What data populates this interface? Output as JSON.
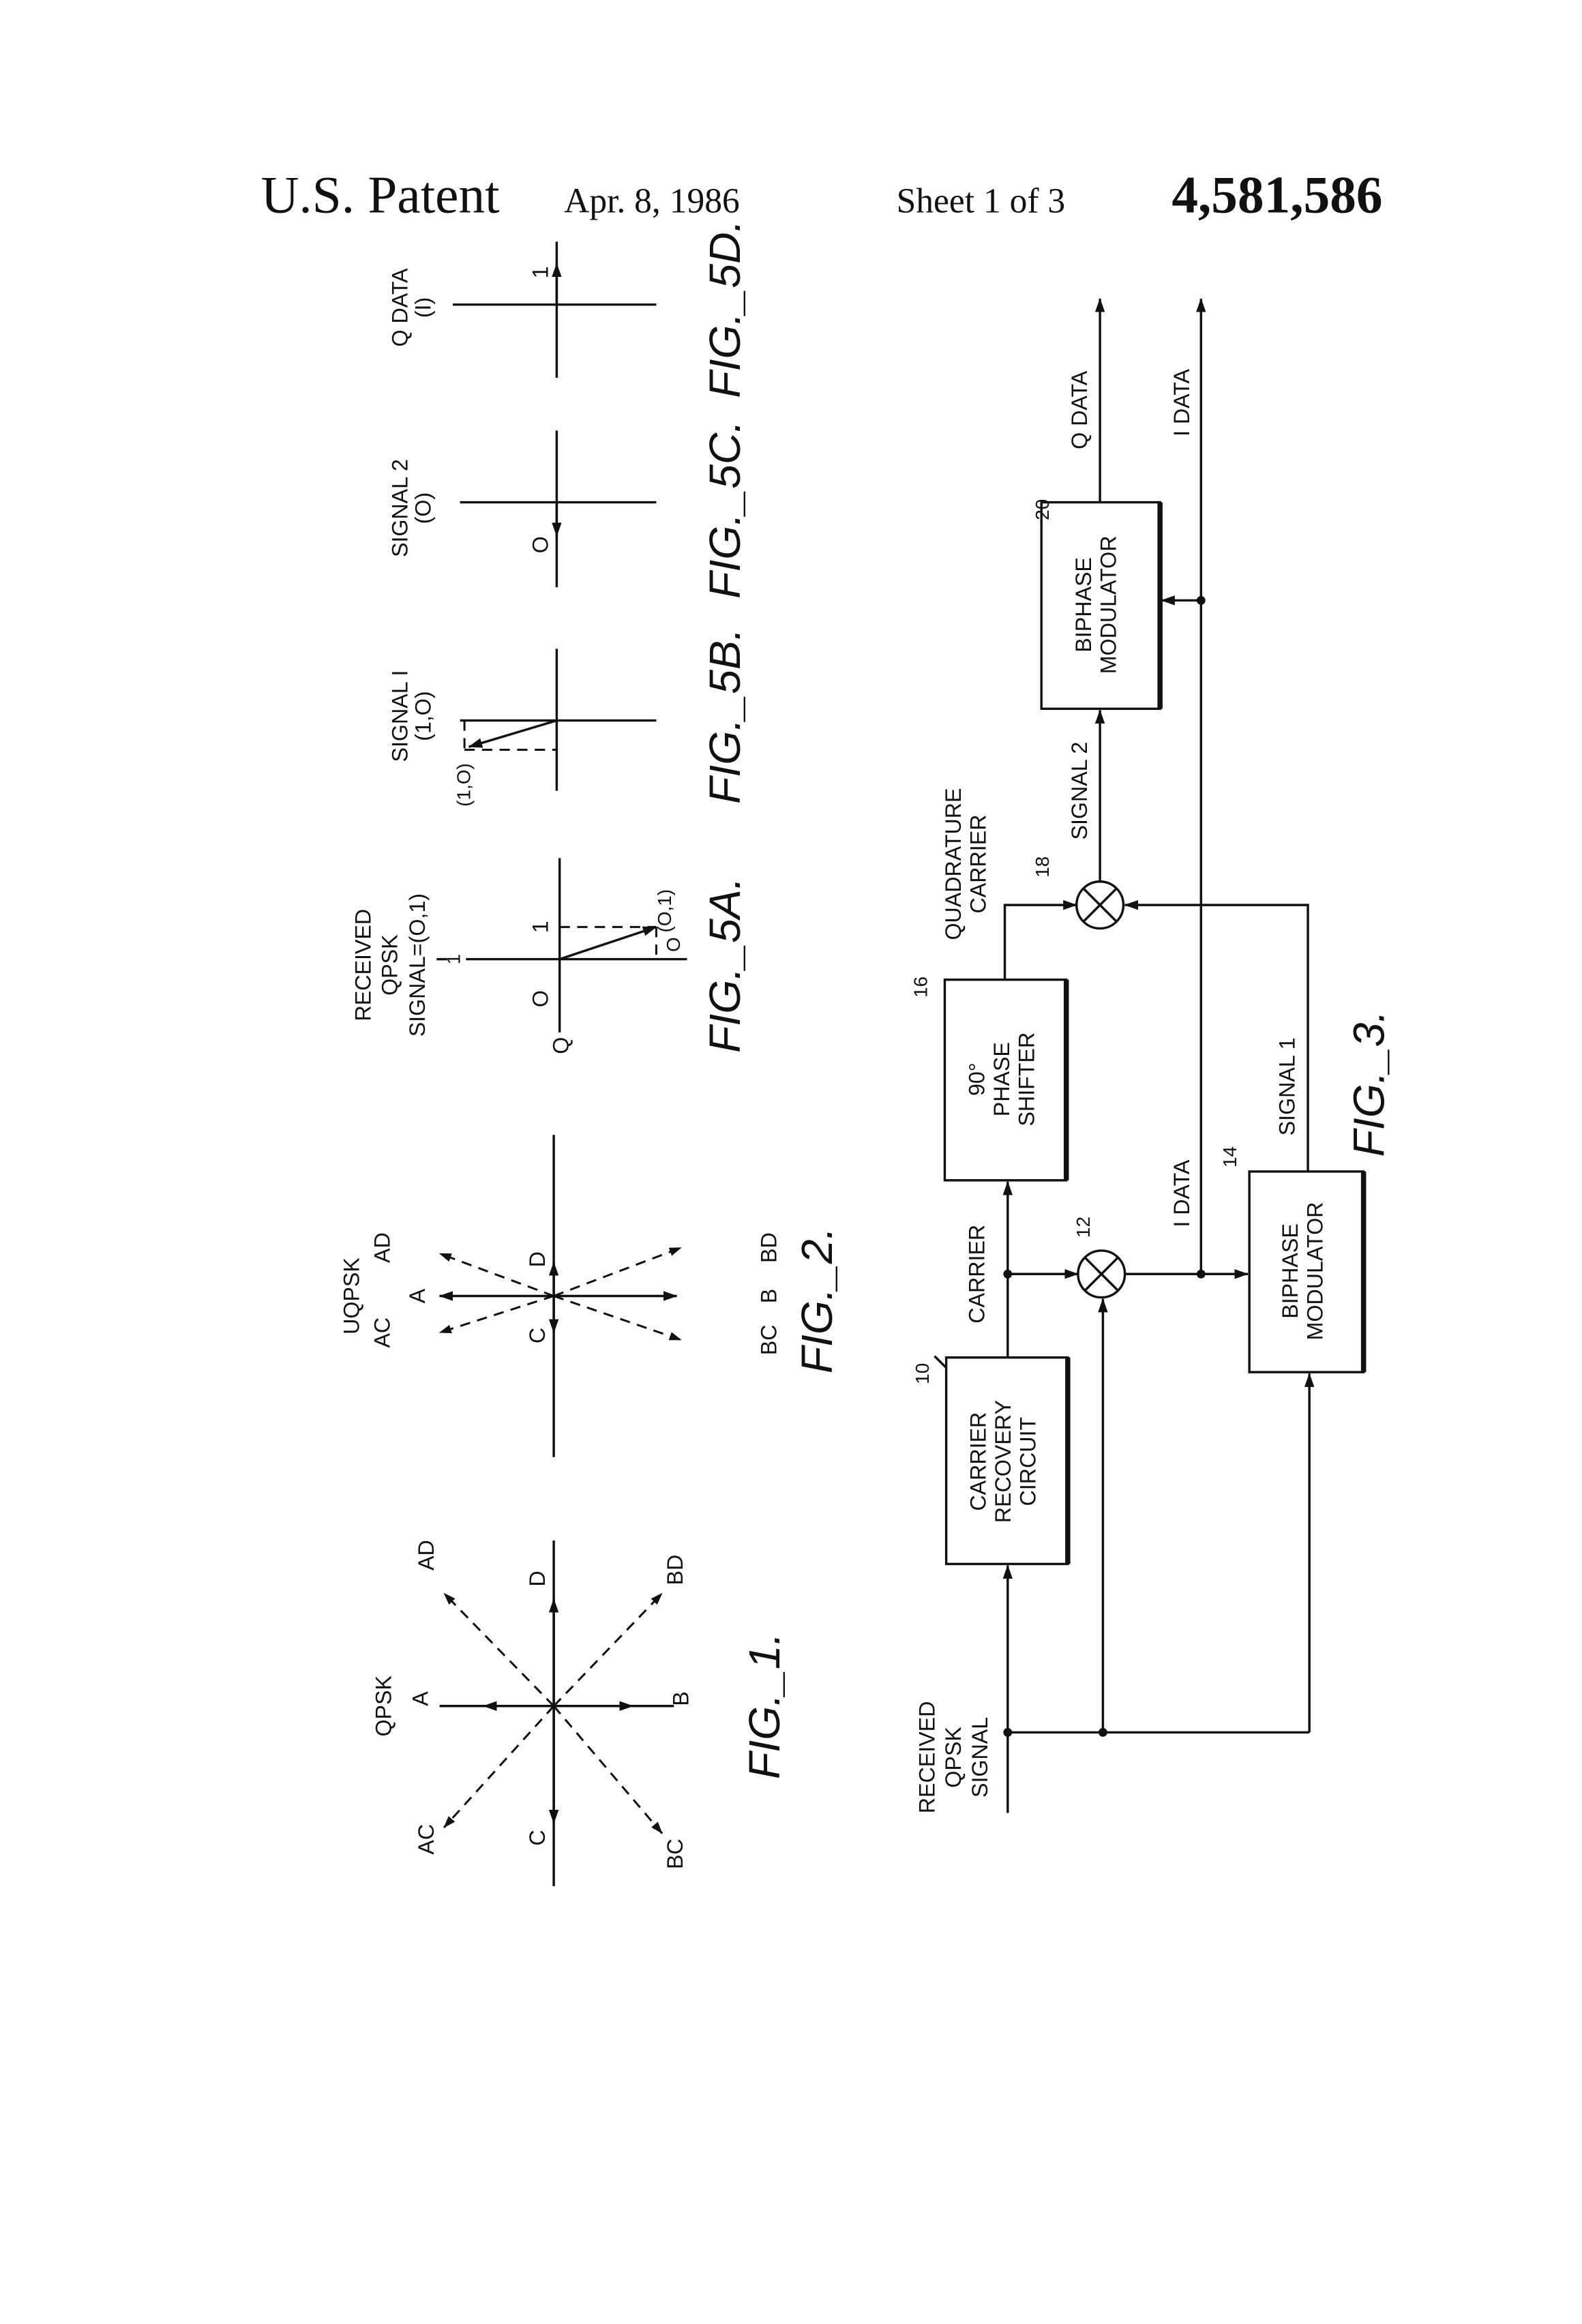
{
  "header": {
    "left": "U.S. Patent",
    "date": "Apr. 8, 1986",
    "sheet": "Sheet 1 of 3",
    "number": "4,581,586"
  },
  "fig1": {
    "title": "QPSK",
    "A": "A",
    "B": "B",
    "C": "C",
    "D": "D",
    "AC": "AC",
    "AD": "AD",
    "BC": "BC",
    "BD": "BD",
    "caption": "FIG._1."
  },
  "fig2": {
    "title": "UQPSK",
    "A": "A",
    "B": "B",
    "C": "C",
    "D": "D",
    "AC": "AC",
    "AD": "AD",
    "BC": "BC",
    "BD": "BD",
    "caption": "FIG._2."
  },
  "fig5a": {
    "title": [
      "RECEIVED",
      "QPSK",
      "SIGNAL=(O,1)"
    ],
    "axis_q": "Q",
    "tick_0": "O",
    "tick_1": "1",
    "i_tick": "1",
    "point": "(O,1)",
    "point_o": "O",
    "caption": "FIG._5A."
  },
  "fig5b": {
    "title": [
      "SIGNAL I",
      "(1,O)"
    ],
    "point": "(1,O)",
    "caption": "FIG._5B."
  },
  "fig5c": {
    "title": [
      "SIGNAL 2",
      "(O)"
    ],
    "tick": "O",
    "caption": "FIG._5C."
  },
  "fig5d": {
    "title": [
      "Q DATA",
      "(I)"
    ],
    "tick": "1",
    "caption": "FIG._5D."
  },
  "fig3": {
    "input": [
      "RECEIVED",
      "QPSK",
      "SIGNAL"
    ],
    "carrier_recovery": {
      "ref": "10",
      "lines": [
        "CARRIER",
        "RECOVERY",
        "CIRCUIT"
      ]
    },
    "carrier": "CARRIER",
    "mixer1_ref": "12",
    "phase_shifter": {
      "ref": "16",
      "lines": [
        "90°",
        "PHASE",
        "SHIFTER"
      ]
    },
    "quadrature": [
      "QUADRATURE",
      "CARRIER"
    ],
    "mixer2_ref": "18",
    "biphase1": {
      "ref": "14",
      "lines": [
        "BIPHASE",
        "MODULATOR"
      ]
    },
    "biphase2": {
      "ref": "20",
      "lines": [
        "BIPHASE",
        "MODULATOR"
      ]
    },
    "i_data": "I DATA",
    "i_data_out": "I DATA",
    "q_data_out": "Q DATA",
    "signal1": "SIGNAL 1",
    "signal2": "SIGNAL 2",
    "caption": "FIG._3."
  }
}
